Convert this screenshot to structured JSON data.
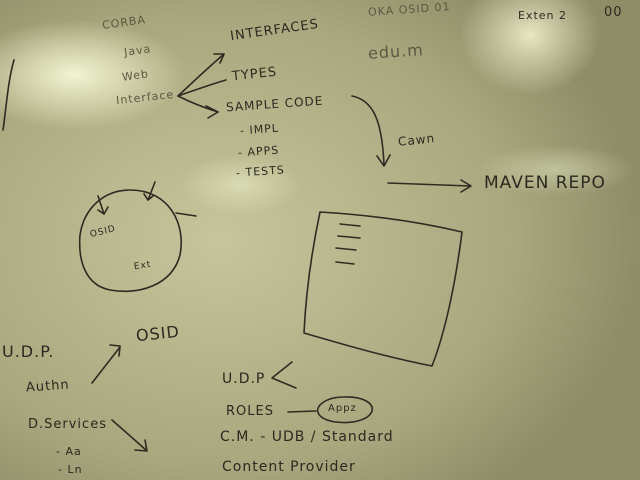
{
  "whiteboard": {
    "top_left_stack": [
      "CORBA",
      "Java",
      "Web",
      "Interface"
    ],
    "branch": {
      "interfaces": "INTERFACES",
      "types": "TYPES",
      "sample_code": "SAMPLE CODE",
      "sub_items": [
        "- IMPL",
        "- APPS",
        "- TESTS"
      ]
    },
    "top_right": {
      "osid_note": "OKA OSID 01",
      "extension": "Exten 2",
      "number": "00",
      "edu": "edu.m"
    },
    "arrow_note": "Cawn",
    "maven": "MAVEN REPO",
    "circle": {
      "left_label": "OSID",
      "right_label": "Ext"
    },
    "lower_left": {
      "udp": "U.D.P.",
      "osid": "OSID",
      "authn": "Authn",
      "d_services": "D.Services",
      "sub_items": [
        "- Aa",
        "- Ln"
      ]
    },
    "lower_center": {
      "udp": "U.D.P",
      "roles": "ROLES",
      "roles_circled": "Appz",
      "cm": "C.M. - UDB / Standard",
      "content_provider": "Content Provider"
    }
  }
}
